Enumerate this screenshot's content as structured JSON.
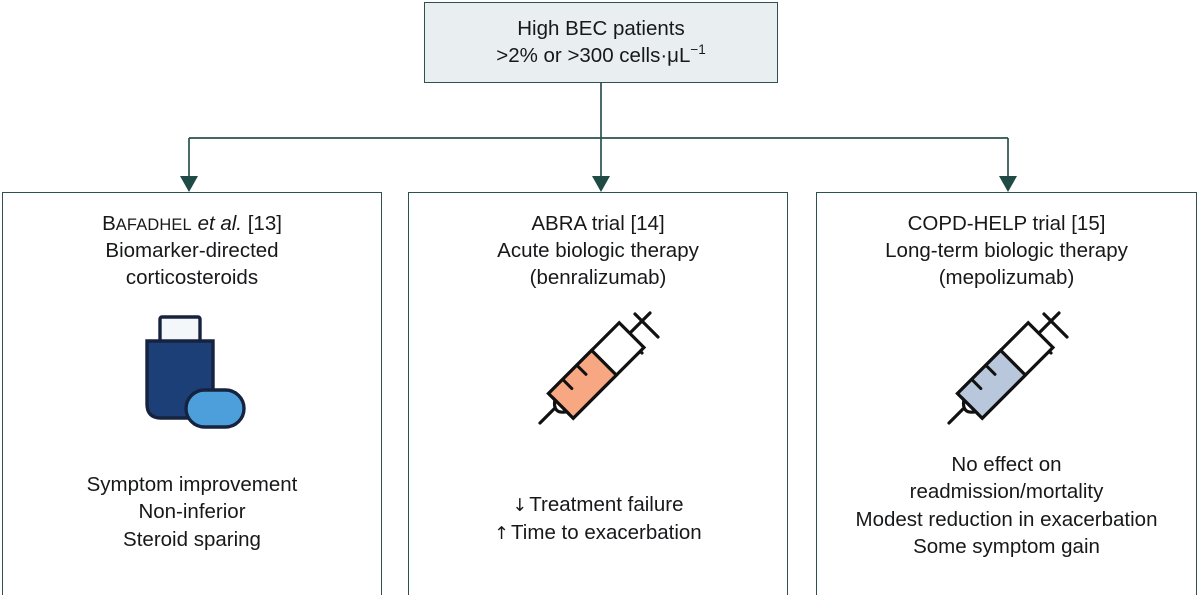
{
  "colors": {
    "border": "#2c514e",
    "top_box_fill": "#e9eff0",
    "connector": "#2c514e",
    "inhaler_body": "#1d3f77",
    "inhaler_mouthpiece": "#4d9fdc",
    "inhaler_canister": "#f4f7fa",
    "syringe_orange": "#f7a882",
    "syringe_blue": "#b9c7dd",
    "syringe_outline": "#111111",
    "text": "#17181a"
  },
  "top_box": {
    "line1": "High BEC patients",
    "line2_prefix": ">2% or >300 cells·μL",
    "line2_exponent": "−1"
  },
  "panels": [
    {
      "id": "panel-0",
      "title_first_letter": "B",
      "title_rest_smallcaps": "AFADHEL",
      "title_italic": "et al.",
      "title_ref": "[13]",
      "subtitle_line1": "Biomarker-directed",
      "subtitle_line2": "corticosteroids",
      "icon": "inhaler-icon",
      "outcomes": [
        {
          "arrow": "",
          "text": "Symptom improvement"
        },
        {
          "arrow": "",
          "text": "Non-inferior"
        },
        {
          "arrow": "",
          "text": "Steroid sparing"
        }
      ]
    },
    {
      "id": "panel-1",
      "title": "ABRA trial [14]",
      "subtitle_line1": "Acute biologic therapy",
      "subtitle_line2": "(benralizumab)",
      "icon": "syringe-icon-orange",
      "outcomes": [
        {
          "arrow": "↓",
          "text": "Treatment failure"
        },
        {
          "arrow": "↑",
          "text": "Time to exacerbation"
        }
      ]
    },
    {
      "id": "panel-2",
      "title": "COPD-HELP trial [15]",
      "subtitle_line1": "Long-term biologic therapy",
      "subtitle_line2": "(mepolizumab)",
      "icon": "syringe-icon-blue",
      "outcomes": [
        {
          "arrow": "",
          "text": "No effect on"
        },
        {
          "arrow": "",
          "text": "readmission/mortality"
        },
        {
          "arrow": "",
          "text": "Modest reduction in exacerbation"
        },
        {
          "arrow": "",
          "text": "Some symptom gain"
        }
      ]
    }
  ]
}
